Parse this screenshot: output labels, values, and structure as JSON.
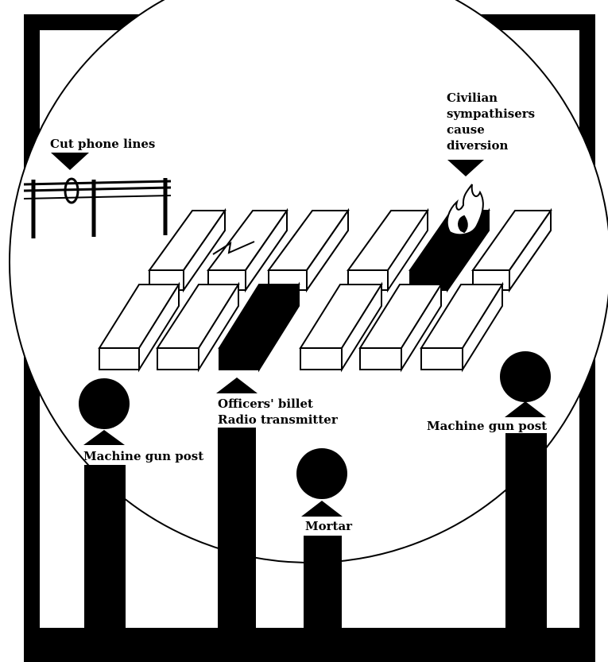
{
  "labels": {
    "cut_phone_lines": "Cut phone lines",
    "civilian_line1": "Civilian",
    "civilian_line2": "sympathisers",
    "civilian_line3": "cause",
    "civilian_line4": "diversion",
    "officers_billet": "Officers' billet",
    "radio_transmitter": "Radio transmitter",
    "machine_gun_post_left": "Machine gun post",
    "machine_gun_post_right": "Machine gun post",
    "mortar": "Mortar"
  },
  "colors": {
    "ink": "#000000",
    "paper": "#ffffff",
    "fire": "#ffffff"
  }
}
